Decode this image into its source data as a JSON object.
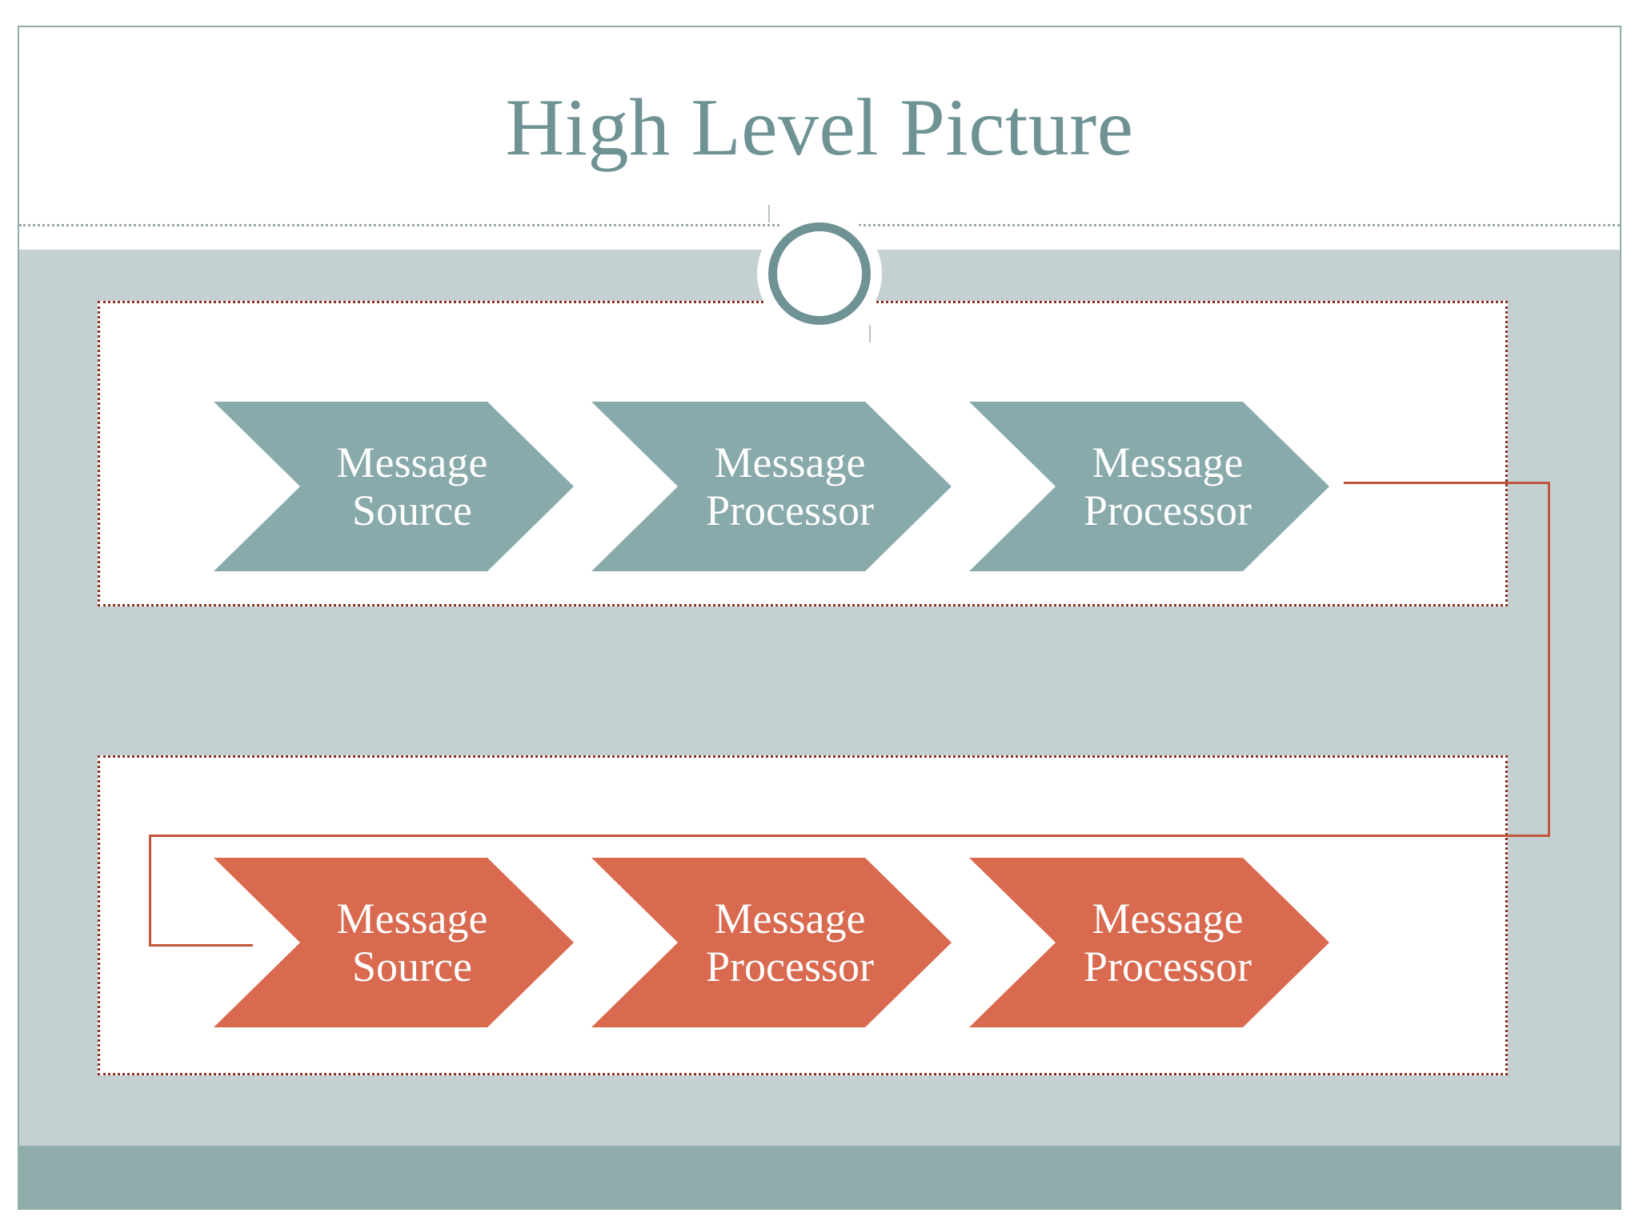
{
  "slide": {
    "title": "High Level Picture",
    "ornament_icon": "circle-ornament"
  },
  "colors": {
    "title_text": "#6f9294",
    "body_background": "#c5d0d3",
    "footer_bar": "#8fadab",
    "slide_border": "#8fada9",
    "teal_chevron": "#89aaab",
    "red_chevron": "#d96a4f",
    "group_outline": "#8a2f20",
    "connector_line": "#c0573b",
    "chevron_label": "#ffffff"
  },
  "diagram": {
    "groups": [
      {
        "id": "upper-pipeline",
        "color": "#89aaab",
        "steps": [
          {
            "label": "Message\nSource"
          },
          {
            "label": "Message\nProcessor"
          },
          {
            "label": "Message\nProcessor"
          }
        ]
      },
      {
        "id": "lower-pipeline",
        "color": "#d96a4f",
        "steps": [
          {
            "label": "Message\nSource"
          },
          {
            "label": "Message\nProcessor"
          },
          {
            "label": "Message\nProcessor"
          }
        ]
      }
    ],
    "connector": {
      "id": "feedback-connector",
      "from": "upper-pipeline.step.3",
      "to": "lower-pipeline.step.1",
      "color": "#c0573b"
    }
  }
}
